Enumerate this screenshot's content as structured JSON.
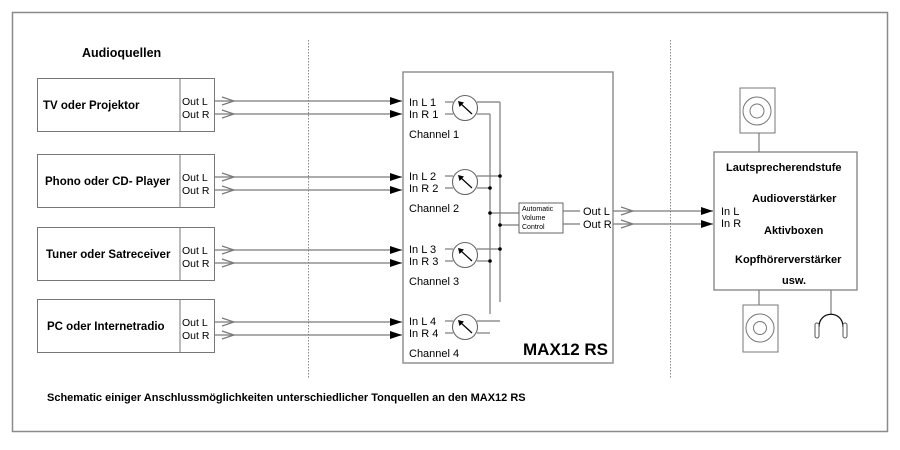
{
  "heading": "Audioquellen",
  "sources": [
    {
      "name": "TV oder Projektor",
      "out_l": "Out L",
      "out_r": "Out R"
    },
    {
      "name": "Phono oder CD- Player",
      "out_l": "Out L",
      "out_r": "Out R"
    },
    {
      "name": "Tuner oder Satreceiver",
      "out_l": "Out L",
      "out_r": "Out R"
    },
    {
      "name": "PC oder Internetradio",
      "out_l": "Out L",
      "out_r": "Out R"
    }
  ],
  "mixer": {
    "title": "MAX12 RS",
    "channels": [
      {
        "in_l": "In L  1",
        "in_r": "In R 1",
        "label": "Channel 1"
      },
      {
        "in_l": "In L  2",
        "in_r": "In R 2",
        "label": "Channel 2"
      },
      {
        "in_l": "In L  3",
        "in_r": "In R 3",
        "label": "Channel 3"
      },
      {
        "in_l": "In L  4",
        "in_r": "In R 4",
        "label": "Channel 4"
      }
    ],
    "avc": [
      "Automatic",
      "Volume",
      "Control"
    ],
    "out_l": "Out L",
    "out_r": "Out R"
  },
  "destination": {
    "in_l": "In L",
    "in_r": "In R",
    "lines": [
      "Lautsprecherendstufe",
      "Audioverstärker",
      "Aktivboxen",
      "Kopfhörerverstärker",
      "usw."
    ]
  },
  "caption": "Schematic einiger Anschlussmöglichkeiten unterschiedlicher Tonquellen an den MAX12 RS"
}
